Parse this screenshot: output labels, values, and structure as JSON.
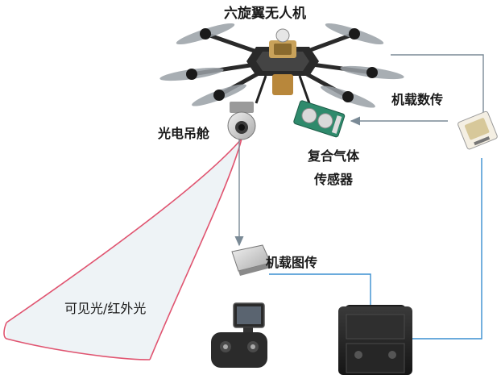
{
  "labels": {
    "title": "六旋翼无人机",
    "gimbal_pod": "光电吊舱",
    "airborne_datalink": "机载数传",
    "gas_sensor_line1": "复合气体",
    "gas_sensor_line2": "传感器",
    "airborne_video_tx": "机载图传",
    "spectrum": "可见光/红外光"
  },
  "colors": {
    "connector_blue": "#3a8fd0",
    "connector_gray": "#7a8a96",
    "fov_fill": "#eef3f6",
    "fov_edge": "#e05470",
    "drone_body": "#2a2a2a",
    "rotor_blade": "#9aa0a6"
  },
  "icons": [
    "hexacopter-drone-icon",
    "gimbal-camera-icon",
    "gas-sensor-board-icon",
    "datalink-module-icon",
    "video-transmitter-icon",
    "remote-controller-icon",
    "ground-station-case-icon"
  ]
}
